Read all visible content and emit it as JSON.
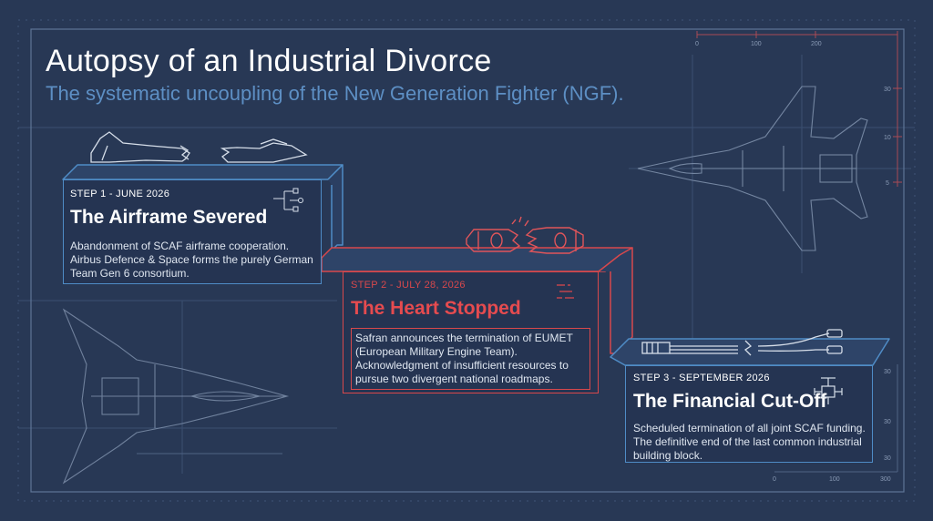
{
  "header": {
    "title": "Autopsy of an Industrial Divorce",
    "subtitle": "The systematic uncoupling of the New Generation Fighter (NGF)."
  },
  "steps": [
    {
      "label": "STEP 1 - JUNE 2026",
      "title": "The Airframe Severed",
      "description": "Abandonment of SCAF airframe cooperation. Airbus Defence & Space forms the purely German Team Gen 6 consortium.",
      "accent": "#4f8cc6",
      "icon": "circuit-icon"
    },
    {
      "label": "STEP 2 - JULY 28, 2026",
      "title": "The Heart Stopped",
      "description": "Safran announces the termination of EUMET (European Military Engine Team). Acknowledgment of insufficient resources to pursue two divergent national roadmaps.",
      "accent": "#d8484c",
      "icon": "gauge-icon"
    },
    {
      "label": "STEP 3 - SEPTEMBER 2026",
      "title": "The Financial Cut-Off",
      "description": "Scheduled termination of all joint SCAF funding. The definitive end of the last common industrial building block.",
      "accent": "#4f8cc6",
      "icon": "valve-icon"
    }
  ],
  "rulers": {
    "top": [
      "0",
      "100",
      "200"
    ],
    "side": [
      "30",
      "10",
      "5"
    ],
    "bottom": [
      "0",
      "100",
      "300"
    ],
    "right_lower": [
      "30",
      "30",
      "30"
    ]
  },
  "colors": {
    "background": "#283855",
    "line_blue": "#4f8cc6",
    "accent_red": "#d8484c",
    "text_white": "#ffffff",
    "subtitle_blue": "#5d8fc4"
  }
}
